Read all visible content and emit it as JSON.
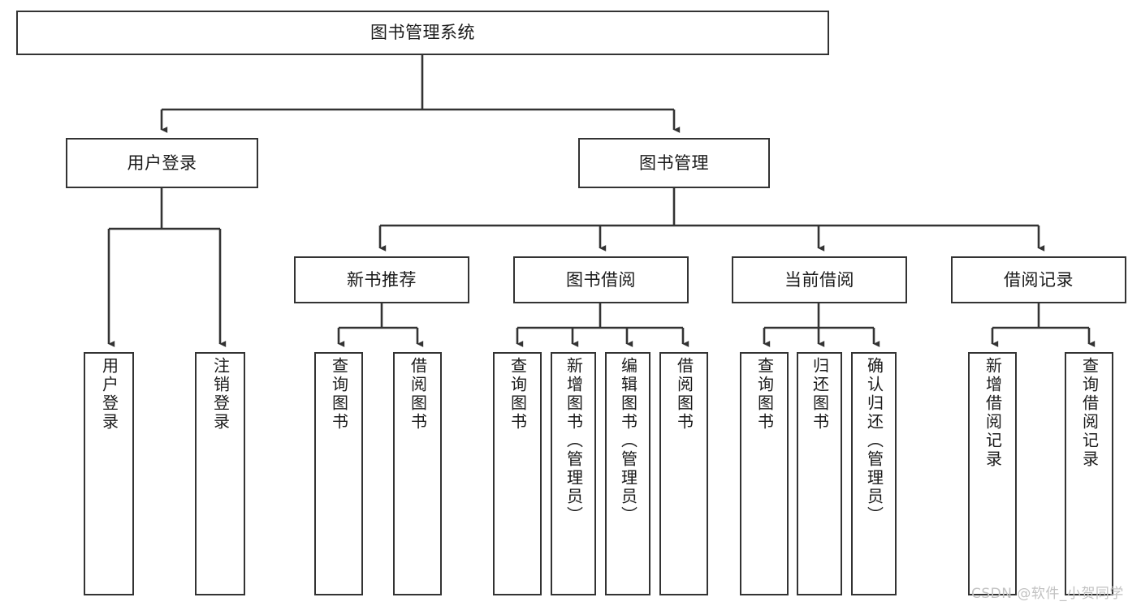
{
  "diagram": {
    "title": "图书管理系统",
    "type": "hierarchy-tree",
    "colors": {
      "background": "#ffffff",
      "box_border": "#333333",
      "box_fill": "#ffffff",
      "edge": "#333333",
      "text": "#1a1a1a",
      "watermark": "#c2c2c2"
    },
    "root": {
      "label": "图书管理系统"
    },
    "level2": [
      {
        "label": "用户登录"
      },
      {
        "label": "图书管理"
      }
    ],
    "level3": [
      {
        "label": "新书推荐"
      },
      {
        "label": "图书借阅"
      },
      {
        "label": "当前借阅"
      },
      {
        "label": "借阅记录"
      }
    ],
    "leaves_user_login": [
      {
        "label": "用户登录"
      },
      {
        "label": "注销登录"
      }
    ],
    "leaves_new_book": [
      {
        "label": "查询图书"
      },
      {
        "label": "借阅图书"
      }
    ],
    "leaves_borrow": [
      {
        "label": "查询图书"
      },
      {
        "label": "新增图书（管理员）"
      },
      {
        "label": "编辑图书（管理员）"
      },
      {
        "label": "借阅图书"
      }
    ],
    "leaves_current": [
      {
        "label": "查询图书"
      },
      {
        "label": "归还图书"
      },
      {
        "label": "确认归还（管理员）"
      }
    ],
    "leaves_records": [
      {
        "label": "新增借阅记录"
      },
      {
        "label": "查询借阅记录"
      }
    ],
    "watermark": "CSDN @软件_小贺同学"
  }
}
